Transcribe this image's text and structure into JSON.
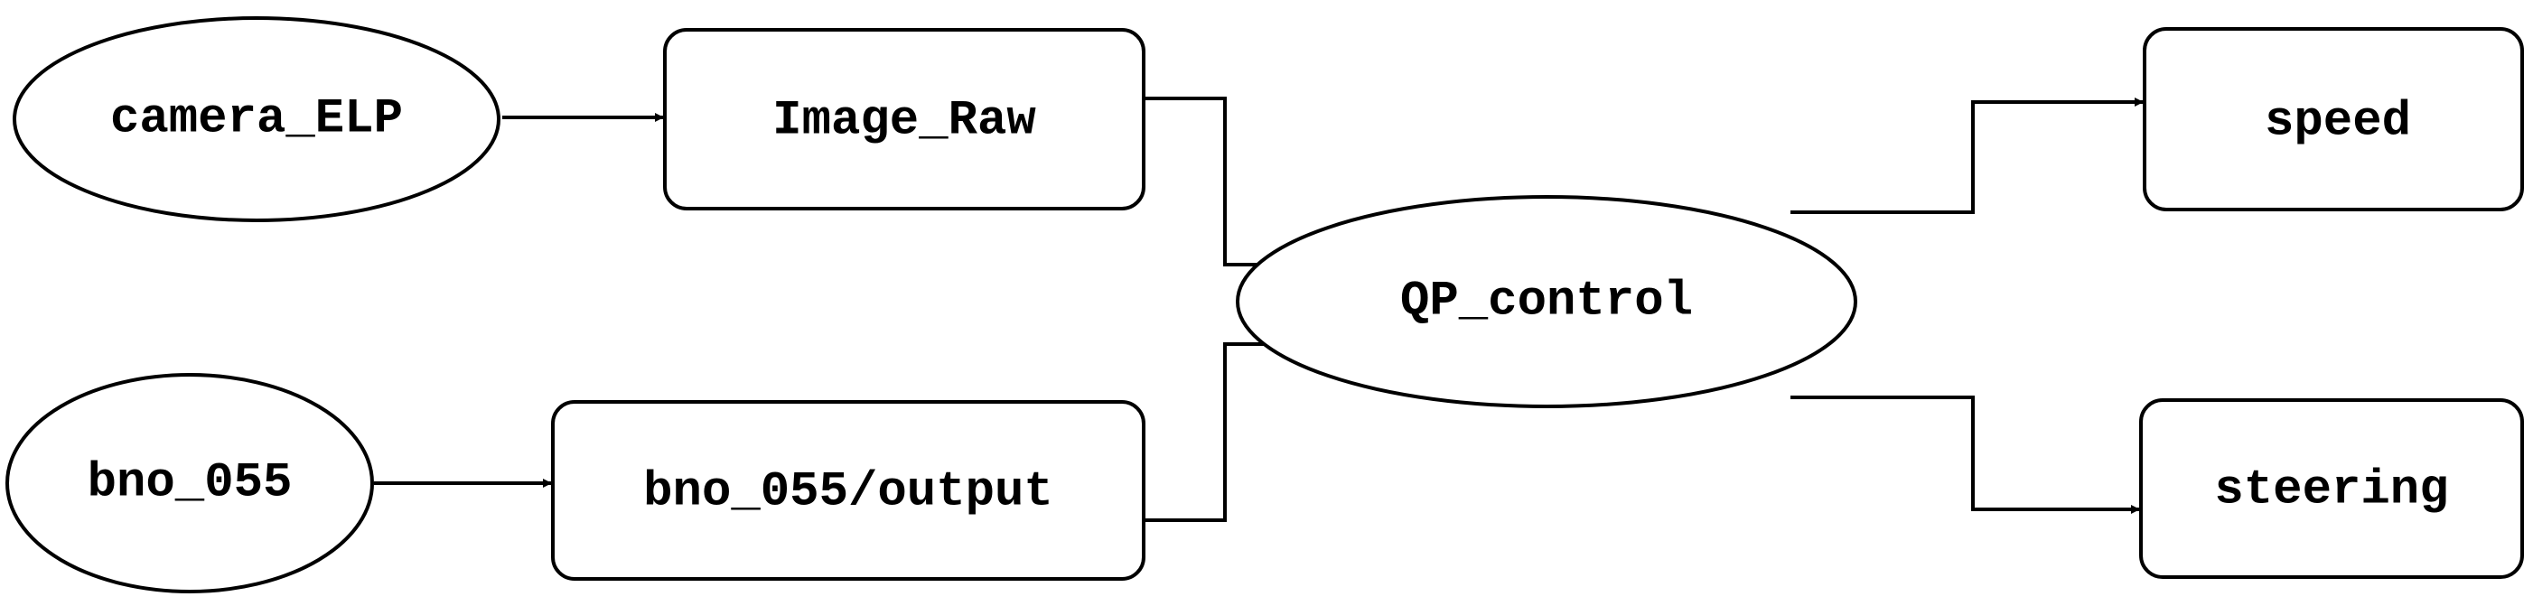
{
  "nodes": {
    "camera_elp": {
      "label": "camera_ELP",
      "shape": "ellipse"
    },
    "image_raw": {
      "label": "Image_Raw",
      "shape": "box"
    },
    "bno_055": {
      "label": "bno_055",
      "shape": "ellipse"
    },
    "bno_055_output": {
      "label": "bno_055/output",
      "shape": "box"
    },
    "qp_control": {
      "label": "QP_control",
      "shape": "ellipse"
    },
    "speed": {
      "label": "speed",
      "shape": "box"
    },
    "steering": {
      "label": "steering",
      "shape": "box"
    }
  },
  "edges": [
    {
      "from": "camera_ELP",
      "to": "Image_Raw"
    },
    {
      "from": "bno_055",
      "to": "bno_055/output"
    },
    {
      "from": "Image_Raw",
      "to": "QP_control"
    },
    {
      "from": "bno_055/output",
      "to": "QP_control"
    },
    {
      "from": "QP_control",
      "to": "speed"
    },
    {
      "from": "QP_control",
      "to": "steering"
    }
  ],
  "colors": {
    "stroke": "#000000",
    "fill": "#ffffff"
  }
}
